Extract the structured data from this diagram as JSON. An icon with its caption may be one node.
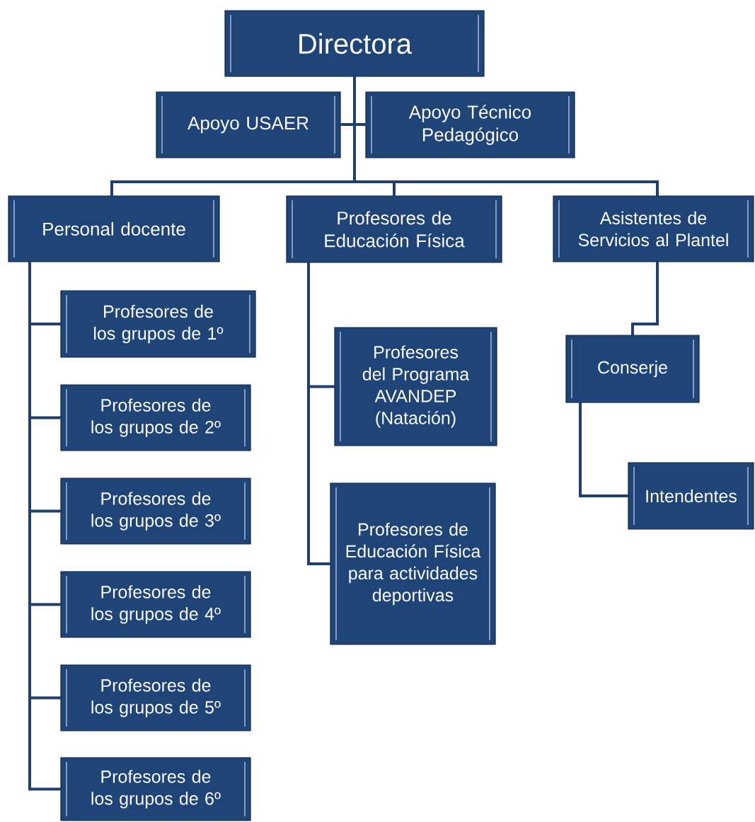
{
  "diagram": {
    "nodes": [
      {
        "text": [
          "Directora"
        ]
      },
      {
        "text": [
          "Apoyo USAER"
        ]
      },
      {
        "text": [
          "Apoyo Técnico Pedagógico"
        ]
      },
      {
        "text": [
          "Personal docente"
        ]
      },
      {
        "text": [
          "Profesores de Educación Física"
        ]
      },
      {
        "text": [
          "Asistentes de Servicios al Plantel"
        ]
      },
      {
        "text": [
          "Profesores de los grupos de 1º"
        ]
      },
      {
        "text": [
          "Profesores de los grupos de 2º"
        ]
      },
      {
        "text": [
          "Profesores de los grupos de 3º"
        ]
      },
      {
        "text": [
          "Profesores de los grupos de 4º"
        ]
      },
      {
        "text": [
          "Profesores de los grupos de 5º"
        ]
      },
      {
        "text": [
          "Profesores de los grupos de 6º"
        ]
      },
      {
        "text": [
          "Profesores del Programa AVANDEP (Natación)"
        ]
      },
      {
        "text": [
          "Profesores de Educación Física para actividades deportivas"
        ]
      },
      {
        "text": [
          "Conserje"
        ]
      },
      {
        "text": [
          "Intendentes"
        ]
      }
    ],
    "edges": [
      {
        "from": 0,
        "to": 1,
        "arrow": "none"
      },
      {
        "from": 0,
        "to": 2,
        "arrow": "none"
      },
      {
        "from": 0,
        "to": 3,
        "arrow": "none"
      },
      {
        "from": 0,
        "to": 4,
        "arrow": "none"
      },
      {
        "from": 0,
        "to": 5,
        "arrow": "none"
      },
      {
        "from": 3,
        "to": 6,
        "arrow": "none"
      },
      {
        "from": 3,
        "to": 7,
        "arrow": "none"
      },
      {
        "from": 3,
        "to": 8,
        "arrow": "none"
      },
      {
        "from": 3,
        "to": 9,
        "arrow": "none"
      },
      {
        "from": 3,
        "to": 10,
        "arrow": "none"
      },
      {
        "from": 3,
        "to": 11,
        "arrow": "none"
      },
      {
        "from": 4,
        "to": 12,
        "arrow": "none"
      },
      {
        "from": 4,
        "to": 13,
        "arrow": "none"
      },
      {
        "from": 5,
        "to": 14,
        "arrow": "none"
      },
      {
        "from": 14,
        "to": 15,
        "arrow": "none"
      }
    ]
  }
}
